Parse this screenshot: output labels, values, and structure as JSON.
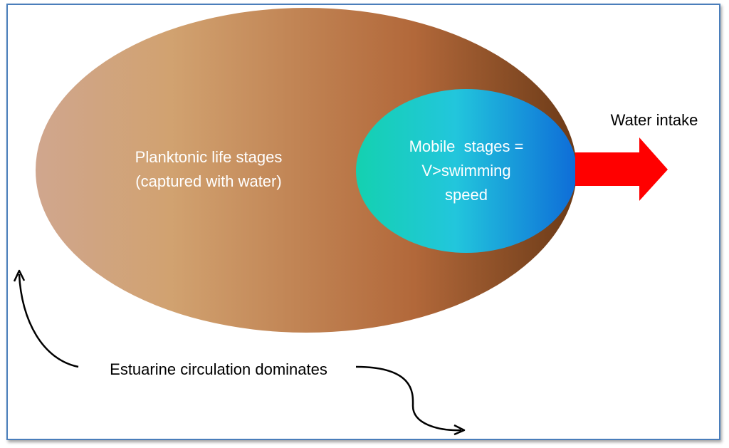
{
  "diagram": {
    "outer_ellipse": {
      "line1": "Planktonic life stages",
      "line2": "(captured with water)"
    },
    "inner_ellipse": {
      "line1": "Mobile  stages =",
      "line2": "V>swimming",
      "line3": "speed"
    },
    "arrow_label": "Water intake",
    "bottom_label": "Estuarine circulation dominates",
    "colors": {
      "frame_border": "#4a7ebb",
      "outer_gradient_start": "#d0a68e",
      "outer_gradient_mid": "#c98a55",
      "outer_gradient_end": "#6b3a17",
      "inner_gradient_start": "#14d1b0",
      "inner_gradient_mid": "#22c6dc",
      "inner_gradient_end": "#0e6cd8",
      "arrow": "#ff0000",
      "text_light": "#ffffff",
      "text_dark": "#000000"
    }
  }
}
